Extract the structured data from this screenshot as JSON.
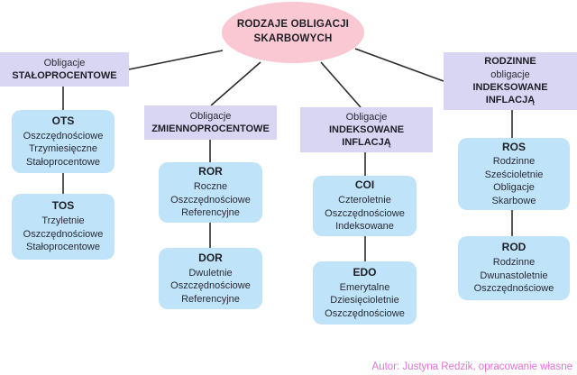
{
  "root": {
    "title_line1": "RODZAJE OBLIGACJI",
    "title_line2": "SKARBOWYCH"
  },
  "categories": [
    {
      "lines": [
        {
          "text": "Obligacje",
          "bold": false
        },
        {
          "text": "STAŁOPROCENTOWE",
          "bold": true
        }
      ]
    },
    {
      "lines": [
        {
          "text": "Obligacje",
          "bold": false
        },
        {
          "text": "ZMIENNOPROCENTOWE",
          "bold": true
        }
      ]
    },
    {
      "lines": [
        {
          "text": "Obligacje",
          "bold": false
        },
        {
          "text": "INDEKSOWANE",
          "bold": true
        },
        {
          "text": "INFLACJĄ",
          "bold": true
        }
      ]
    },
    {
      "lines": [
        {
          "text": "RODZINNE",
          "bold": true
        },
        {
          "text": "obligacje",
          "bold": false
        },
        {
          "text": "INDEKSOWANE",
          "bold": true
        },
        {
          "text": "INFLACJĄ",
          "bold": true
        }
      ]
    }
  ],
  "bonds": [
    {
      "code": "OTS",
      "lines": [
        "Oszczędnościowe",
        "Trzymiesięczne",
        "Stałoprocentowe"
      ]
    },
    {
      "code": "TOS",
      "lines": [
        "Trzyletnie",
        "Oszczędnościowe",
        "Stałoprocentowe"
      ]
    },
    {
      "code": "ROR",
      "lines": [
        "Roczne",
        "Oszczędnościowe",
        "Referencyjne"
      ]
    },
    {
      "code": "DOR",
      "lines": [
        "Dwuletnie",
        "Oszczędnościowe",
        "Referencyjne"
      ]
    },
    {
      "code": "COI",
      "lines": [
        "Czteroletnie",
        "Oszczędnościowe",
        "Indeksowane"
      ]
    },
    {
      "code": "EDO",
      "lines": [
        "Emerytalne",
        "Dziesięcioletnie",
        "Oszczędnościowe"
      ]
    },
    {
      "code": "ROS",
      "lines": [
        "Rodzinne",
        "Sześcioletnie",
        "Obligacje",
        "Skarbowe"
      ]
    },
    {
      "code": "ROD",
      "lines": [
        "Rodzinne",
        "Dwunastoletnie",
        "Oszczędnościowe"
      ]
    }
  ],
  "footer": {
    "credit": "Autor: Justyna Redzik, opracowanie własne"
  },
  "colors": {
    "root_fill": "#f9c8d3",
    "category_fill": "#d9d6f4",
    "bond_fill": "#bfe4fa",
    "connector": "#2b2b2b",
    "credit_text": "#e273d6"
  }
}
